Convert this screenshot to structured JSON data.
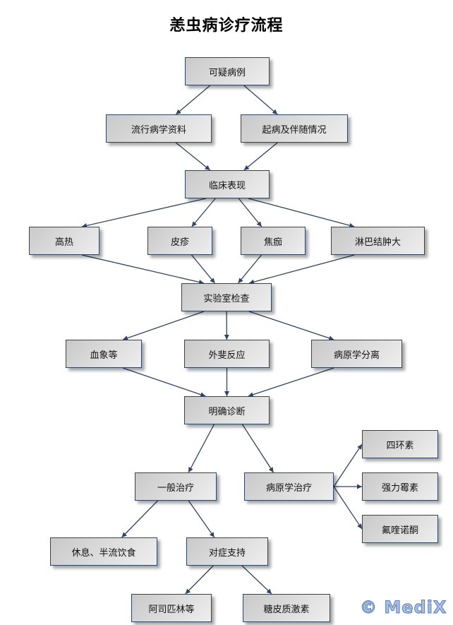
{
  "title": "恙虫病诊疗流程",
  "watermark": "© MediX",
  "colors": {
    "edge": "#2e4460",
    "node_border": "#2e4460",
    "node_fill_start": "#c9c9c9",
    "node_fill_end": "#eeeeee",
    "watermark": "#a9bfe0"
  },
  "nodes": {
    "suspect": "可疑病例",
    "epi": "流行病学资料",
    "onset": "起病及伴随情况",
    "clinical": "临床表现",
    "fever": "高热",
    "rash": "皮疹",
    "eschar": "焦痂",
    "lymph": "淋巴结肿大",
    "lab": "实验室检查",
    "blood": "血象等",
    "weilfelix": "外斐反应",
    "isolation": "病原学分离",
    "diagnosis": "明确诊断",
    "general": "一般治疗",
    "etiologic": "病原学治疗",
    "tetracycline": "四环素",
    "doxycycline": "强力霉素",
    "quinolone": "氟喹诺酮",
    "rest": "休息、半流饮食",
    "symptomatic": "对症支持",
    "aspirin": "阿司匹林等",
    "steroid": "糖皮质激素"
  },
  "edges": [
    [
      "suspect",
      "epi"
    ],
    [
      "suspect",
      "onset"
    ],
    [
      "epi",
      "clinical"
    ],
    [
      "onset",
      "clinical"
    ],
    [
      "clinical",
      "fever"
    ],
    [
      "clinical",
      "rash"
    ],
    [
      "clinical",
      "eschar"
    ],
    [
      "clinical",
      "lymph"
    ],
    [
      "fever",
      "lab"
    ],
    [
      "rash",
      "lab"
    ],
    [
      "eschar",
      "lab"
    ],
    [
      "lymph",
      "lab"
    ],
    [
      "lab",
      "blood"
    ],
    [
      "lab",
      "weilfelix"
    ],
    [
      "lab",
      "isolation"
    ],
    [
      "blood",
      "diagnosis"
    ],
    [
      "weilfelix",
      "diagnosis"
    ],
    [
      "isolation",
      "diagnosis"
    ],
    [
      "diagnosis",
      "general"
    ],
    [
      "diagnosis",
      "etiologic"
    ],
    [
      "etiologic",
      "tetracycline"
    ],
    [
      "etiologic",
      "doxycycline"
    ],
    [
      "etiologic",
      "quinolone"
    ],
    [
      "general",
      "rest"
    ],
    [
      "general",
      "symptomatic"
    ],
    [
      "symptomatic",
      "aspirin"
    ],
    [
      "symptomatic",
      "steroid"
    ]
  ]
}
